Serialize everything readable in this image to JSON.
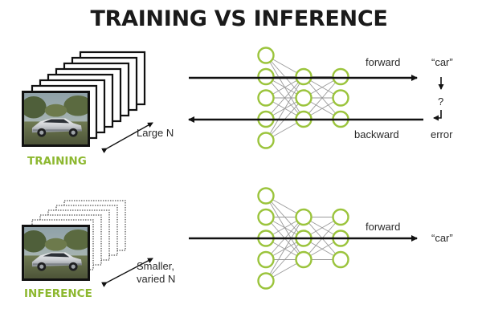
{
  "title": "TRAINING VS INFERENCE",
  "training": {
    "section_label": "TRAINING",
    "dataset_label": "Large N",
    "forward_label": "forward",
    "backward_label": "backward",
    "output_label": "“car”",
    "question_mark": "?",
    "error_label": "error",
    "network_layers": [
      5,
      3,
      3
    ]
  },
  "inference": {
    "section_label": "INFERENCE",
    "dataset_label_line1": "Smaller,",
    "dataset_label_line2": "varied N",
    "forward_label": "forward",
    "output_label": "“car”",
    "network_layers": [
      5,
      3,
      3
    ]
  },
  "colors": {
    "accent_green": "#8db830",
    "node_stroke": "#9bc43c",
    "arrow": "#111111",
    "edge": "#9a9a9a"
  }
}
